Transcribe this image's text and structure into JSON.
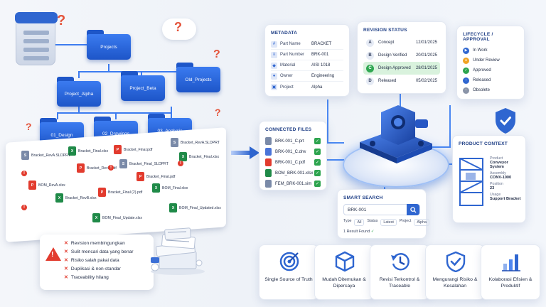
{
  "tree": {
    "root": "Projects",
    "level1": [
      "Project_Alpha",
      "Project_Beta",
      "Old_Projects"
    ],
    "level2": [
      "01_Design",
      "02_Drawings",
      "03_Analysis"
    ]
  },
  "scattered_files": [
    "Bracket_Final.xlsx",
    "Bracket_RevA.SLDPRT",
    "Bracket_Final.pdf",
    "Bracket_RevA.SLDPRT",
    "Bracket_Final_SLDPRT",
    "Bracket_Final.xlsx",
    "Bracket_RevB.pdf",
    "Bracket_Final.pdf",
    "BOM_RevA.xlsx",
    "Bracket_RevB.xlsx",
    "Bracket_Final (2).pdf",
    "BOM_Final.xlsx",
    "BOM_Final_Update.xlsx",
    "BOM_Final_Updated.xlsx"
  ],
  "issues": [
    "Revision membingungkan",
    "Sulit mencari data yang benar",
    "Risiko salah pakai data",
    "Duplikasi & non-standar",
    "Traceability hilang"
  ],
  "metadata": {
    "title": "METADATA",
    "rows": [
      {
        "key": "Part Name",
        "value": "BRACKET"
      },
      {
        "key": "Part Number",
        "value": "BRK-001"
      },
      {
        "key": "Material",
        "value": "AISI 1018"
      },
      {
        "key": "Owner",
        "value": "Engineering"
      },
      {
        "key": "Project",
        "value": "Alpha"
      }
    ]
  },
  "revision": {
    "title": "REVISION STATUS",
    "rows": [
      {
        "letter": "A",
        "label": "Concept",
        "date": "12/01/2025",
        "active": false
      },
      {
        "letter": "B",
        "label": "Design Verified",
        "date": "20/01/2025",
        "active": false
      },
      {
        "letter": "C",
        "label": "Design Approved",
        "date": "28/01/2025",
        "active": true
      },
      {
        "letter": "D",
        "label": "Released",
        "date": "05/02/2025",
        "active": false
      }
    ]
  },
  "lifecycle": {
    "title": "LIFECYCLE / APPROVAL",
    "rows": [
      {
        "label": "In Work",
        "color": "#2f66d0"
      },
      {
        "label": "Under Review",
        "color": "#f0a324"
      },
      {
        "label": "Approved",
        "color": "#2da44e"
      },
      {
        "label": "Released",
        "color": "#2f66d0"
      },
      {
        "label": "Obsolete",
        "color": "#8a94a8"
      }
    ]
  },
  "connected_files": {
    "title": "CONNECTED FILES",
    "rows": [
      {
        "name": "BRK-001_C.prt",
        "type": "prt"
      },
      {
        "name": "BRK-001_C.drw",
        "type": "dwg"
      },
      {
        "name": "BRK-001_C.pdf",
        "type": "pdf"
      },
      {
        "name": "BOM_BRK-001.xlsx",
        "type": "xls"
      },
      {
        "name": "FEM_BRK-001.sim",
        "type": "prt"
      }
    ]
  },
  "smart_search": {
    "title": "SMART SEARCH",
    "query": "BRK-001",
    "filters": [
      {
        "label": "Type",
        "value": "All"
      },
      {
        "label": "Status",
        "value": "Latest"
      },
      {
        "label": "Project",
        "value": "Alpha"
      }
    ],
    "result": "1 Result Found"
  },
  "product_context": {
    "title": "PRODUCT CONTEXT",
    "rows": [
      {
        "label": "Product",
        "value": "Conveyor System"
      },
      {
        "label": "Assembly",
        "value": "CONV-1000"
      },
      {
        "label": "Position",
        "value": "23"
      },
      {
        "label": "Usage",
        "value": "Support Bracket"
      }
    ]
  },
  "benefits": [
    {
      "text": "Single Source of Truth",
      "icon": "target-icon"
    },
    {
      "text": "Mudah Ditemukan & Dipercaya",
      "icon": "cube-icon"
    },
    {
      "text": "Revisi Terkontrol & Traceable",
      "icon": "history-icon"
    },
    {
      "text": "Mengurangi Risiko & Kesalahan",
      "icon": "shield-check-icon"
    },
    {
      "text": "Kolaborasi Efisien & Produktif",
      "icon": "bar-chart-icon"
    }
  ],
  "colors": {
    "primary": "#2f66d0",
    "danger": "#e23b2e",
    "success": "#2da44e"
  }
}
